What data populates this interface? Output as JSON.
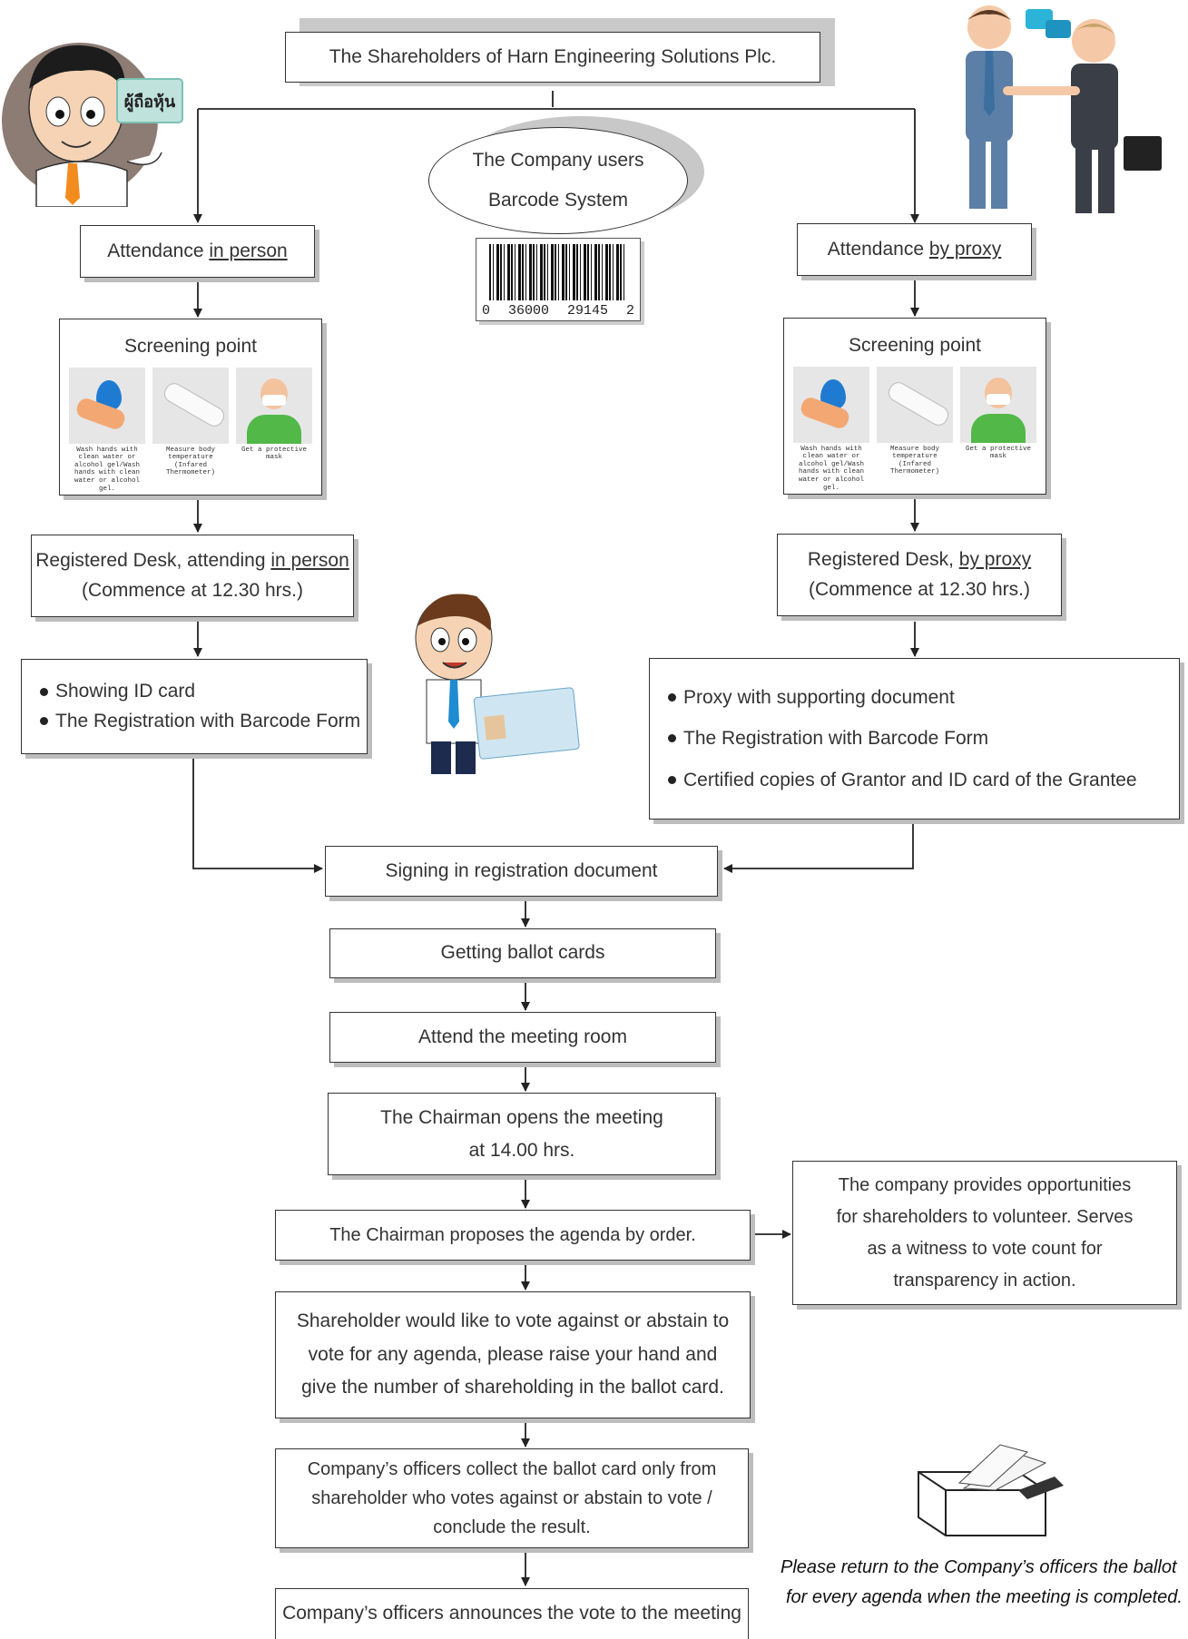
{
  "top": {
    "title": "The Shareholders of Harn Engineering Solutions Plc."
  },
  "badge": {
    "label": "ผู้ถือหุ้น"
  },
  "system": {
    "line1": "The Company users",
    "line2": "Barcode System"
  },
  "barcode": {
    "left": "0",
    "group1": "36000",
    "group2": "29145",
    "right": "2"
  },
  "in_person": {
    "attendance_prefix": "Attendance ",
    "attendance_link": "in person",
    "screening_title": "Screening point",
    "desk_prefix": "Registered Desk, attending ",
    "desk_link": "in person",
    "desk_time": "(Commence at 12.30 hrs.)",
    "docs": [
      "Showing ID card",
      "The Registration with Barcode Form"
    ]
  },
  "proxy": {
    "attendance_prefix": "Attendance ",
    "attendance_link": "by proxy",
    "screening_title": "Screening point",
    "desk_prefix": "Registered Desk, ",
    "desk_link": "by proxy",
    "desk_time": "(Commence at 12.30 hrs.)",
    "docs": [
      "Proxy with supporting document",
      "The Registration with Barcode Form",
      "Certified copies of Grantor and ID card of the Grantee"
    ]
  },
  "screening_steps": {
    "wash": "Wash hands with clean water or alcohol gel/Wash hands with clean water or alcohol gel.",
    "temp": "Measure body temperature (Infared Thermometer)",
    "mask": "Get a protective mask"
  },
  "flow": {
    "signing": "Signing in registration document",
    "ballot": "Getting ballot cards",
    "attend": "Attend the meeting room",
    "opens_1": "The Chairman opens the meeting",
    "opens_2": "at 14.00 hrs.",
    "agenda": "The Chairman proposes the agenda by order.",
    "volunteer": [
      "The company provides opportunities",
      "for shareholders to volunteer. Serves",
      "as a witness to vote count for",
      "transparency in action."
    ],
    "vote": [
      "Shareholder would like to vote against or abstain to",
      "vote for any agenda, please raise your hand and",
      "give the number of shareholding in the ballot card."
    ],
    "collect": [
      "Company’s officers collect the ballot card only from",
      "shareholder who votes against or abstain to vote /",
      "conclude the result."
    ],
    "announce": "Company’s officers announces the vote to the meeting"
  },
  "note": {
    "line1": "Please return to the Company’s officers the ballot",
    "line2": "for every agenda when the meeting is completed."
  },
  "colors": {
    "border": "#333333",
    "shadow": "#bdbdbd",
    "suit": "#5b7fa6",
    "tie": "#1f8bd0",
    "chat": "#2bb3d8",
    "skin": "#f5c9a8"
  }
}
